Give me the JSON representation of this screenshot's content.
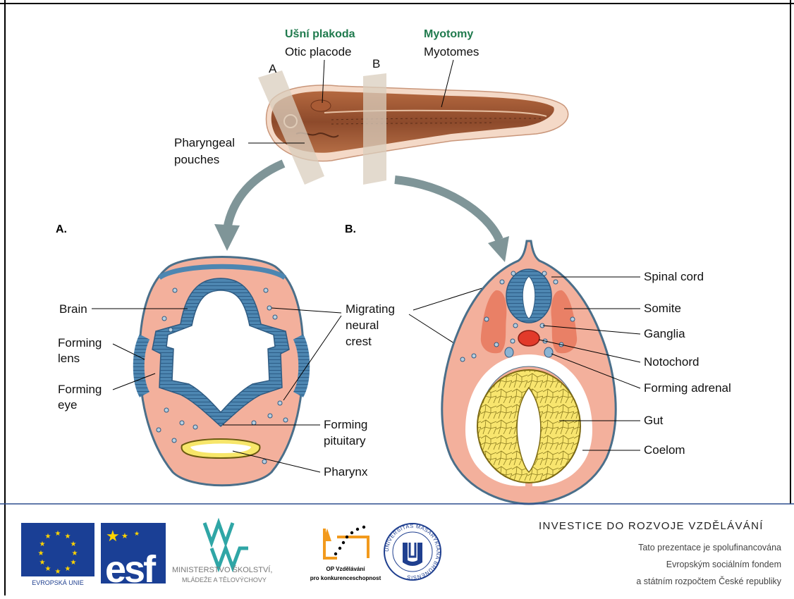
{
  "top": {
    "section_a_letter": "A",
    "section_b_letter": "B",
    "otic_czech": "Ušní plakoda",
    "otic_english": "Otic placode",
    "myotomes_czech": "Myotomy",
    "myotomes_english": "Myotomes",
    "pharyngeal_line1": "Pharyngeal",
    "pharyngeal_line2": "pouches"
  },
  "panel_a": {
    "heading": "A.",
    "brain": "Brain",
    "forming_lens_1": "Forming",
    "forming_lens_2": "lens",
    "forming_eye_1": "Forming",
    "forming_eye_2": "eye",
    "migrating_1": "Migrating",
    "migrating_2": "neural",
    "migrating_3": "crest",
    "pituitary_1": "Forming",
    "pituitary_2": "pituitary",
    "pharynx": "Pharynx"
  },
  "panel_b": {
    "heading": "B.",
    "spinal_cord": "Spinal cord",
    "somite": "Somite",
    "ganglia": "Ganglia",
    "notochord": "Notochord",
    "forming_adrenal": "Forming adrenal",
    "gut": "Gut",
    "coelom": "Coelom"
  },
  "footer": {
    "eu_caption": "EVROPSKÁ UNIE",
    "esf_text": "esf",
    "msmt_line1": "MINISTERSTVO ŠKOLSTVÍ,",
    "msmt_line2": "MLÁDEŽE A TĚLOVÝCHOVY",
    "op_line1": "OP Vzdělávání",
    "op_line2": "pro konkurenceschopnost",
    "muni_ring": "UNIVERSITAS MASARYKIANA BRUNENSIS",
    "title": "INVESTICE DO ROZVOJE VZDĚLÁVÁNÍ",
    "line1": "Tato prezentace je spolufinancována",
    "line2": "Evropským sociálním fondem",
    "line3": "a státním rozpočtem České republiky"
  },
  "colors": {
    "flesh": "#f3b09c",
    "neural": "#3e79a5",
    "outline": "#4a6f8a",
    "somite": "#e98066",
    "notochord": "#e23a2a",
    "gut": "#f7e66a",
    "arrow": "#7f9598",
    "green_label": "#1f7a4d",
    "rule": "#2f4f8f",
    "eu_blue": "#1a3f95",
    "eu_yellow": "#ffd400"
  }
}
